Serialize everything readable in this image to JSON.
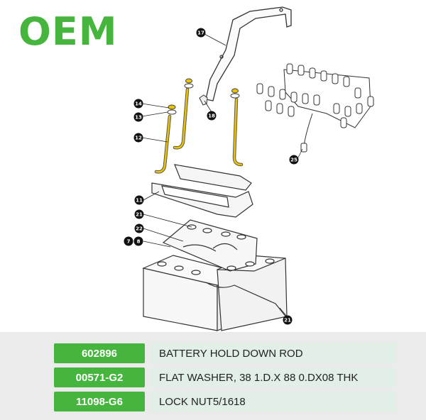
{
  "brand": {
    "logo_text": "OEM",
    "color": "#45b53d"
  },
  "callouts": [
    "17",
    "14",
    "13",
    "18",
    "12",
    "25",
    "11",
    "21",
    "22",
    "7",
    "8",
    "21"
  ],
  "parts": [
    {
      "part_number": "602896",
      "description": "BATTERY HOLD DOWN ROD"
    },
    {
      "part_number": "00571-G2",
      "description": "FLAT WASHER,   38 1.D.X 88 0.DX08 THK"
    },
    {
      "part_number": "11098-G6",
      "description": "LOCK NUT5/1618"
    }
  ],
  "colors": {
    "highlight": "#e8c200",
    "accent": "#45b53d",
    "row_bg": "#e1efe7",
    "panel_bg": "#ebebeb"
  }
}
